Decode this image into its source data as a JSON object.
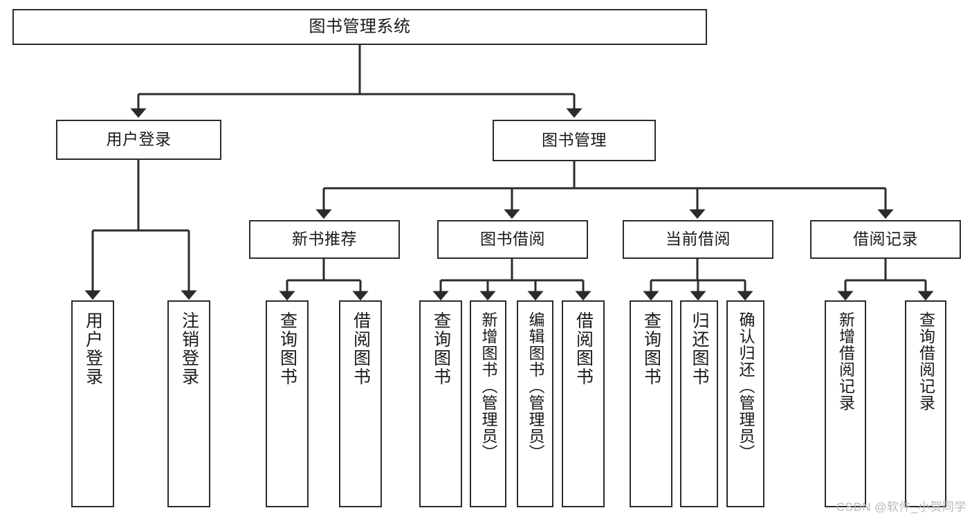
{
  "diagram": {
    "title": "图书管理系统",
    "type": "functional-structure-tree",
    "stroke_color": "#2b2b2b",
    "background_color": "#ffffff",
    "text_color": "#1a1a1a"
  },
  "nodes": {
    "root": {
      "label": "图书管理系统"
    },
    "level2": [
      {
        "label": "用户登录"
      },
      {
        "label": "图书管理"
      }
    ],
    "level3": [
      {
        "label": "新书推荐"
      },
      {
        "label": "图书借阅"
      },
      {
        "label": "当前借阅"
      },
      {
        "label": "借阅记录"
      }
    ],
    "leaves": {
      "user_login": [
        {
          "label": "用户登录"
        },
        {
          "label": "注销登录"
        }
      ],
      "new_book_recommend": [
        {
          "label": "查询图书"
        },
        {
          "label": "借阅图书"
        }
      ],
      "book_borrow": [
        {
          "label": "查询图书"
        },
        {
          "label": "新增图书（管理员）"
        },
        {
          "label": "编辑图书（管理员）"
        },
        {
          "label": "借阅图书"
        }
      ],
      "current_borrow": [
        {
          "label": "查询图书"
        },
        {
          "label": "归还图书"
        },
        {
          "label": "确认归还（管理员）"
        }
      ],
      "borrow_record": [
        {
          "label": "新增借阅记录"
        },
        {
          "label": "查询借阅记录"
        }
      ]
    }
  },
  "watermark": {
    "text": "CSDN @软件_小贺同学"
  }
}
